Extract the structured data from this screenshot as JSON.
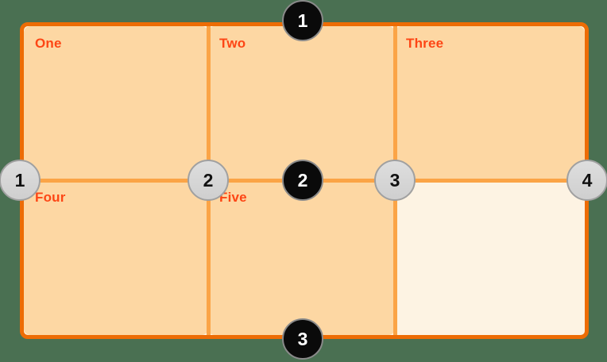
{
  "colors": {
    "background": "#4a7052",
    "container_bg": "#fdf3e3",
    "container_border": "#ed6c05",
    "grid_line": "#fba446",
    "cell_bg": "#fdd7a3",
    "cell_label": "#fd4615",
    "row_marker_bg": "#0a0a0a",
    "row_marker_text": "#ffffff",
    "col_marker_bg": "#d9d9d9",
    "col_marker_text": "#111111"
  },
  "cells": [
    {
      "label": "One"
    },
    {
      "label": "Two"
    },
    {
      "label": "Three"
    },
    {
      "label": "Four"
    },
    {
      "label": "Five"
    }
  ],
  "row_line_markers": [
    "1",
    "2",
    "3"
  ],
  "column_line_markers": [
    "1",
    "2",
    "3",
    "4"
  ]
}
